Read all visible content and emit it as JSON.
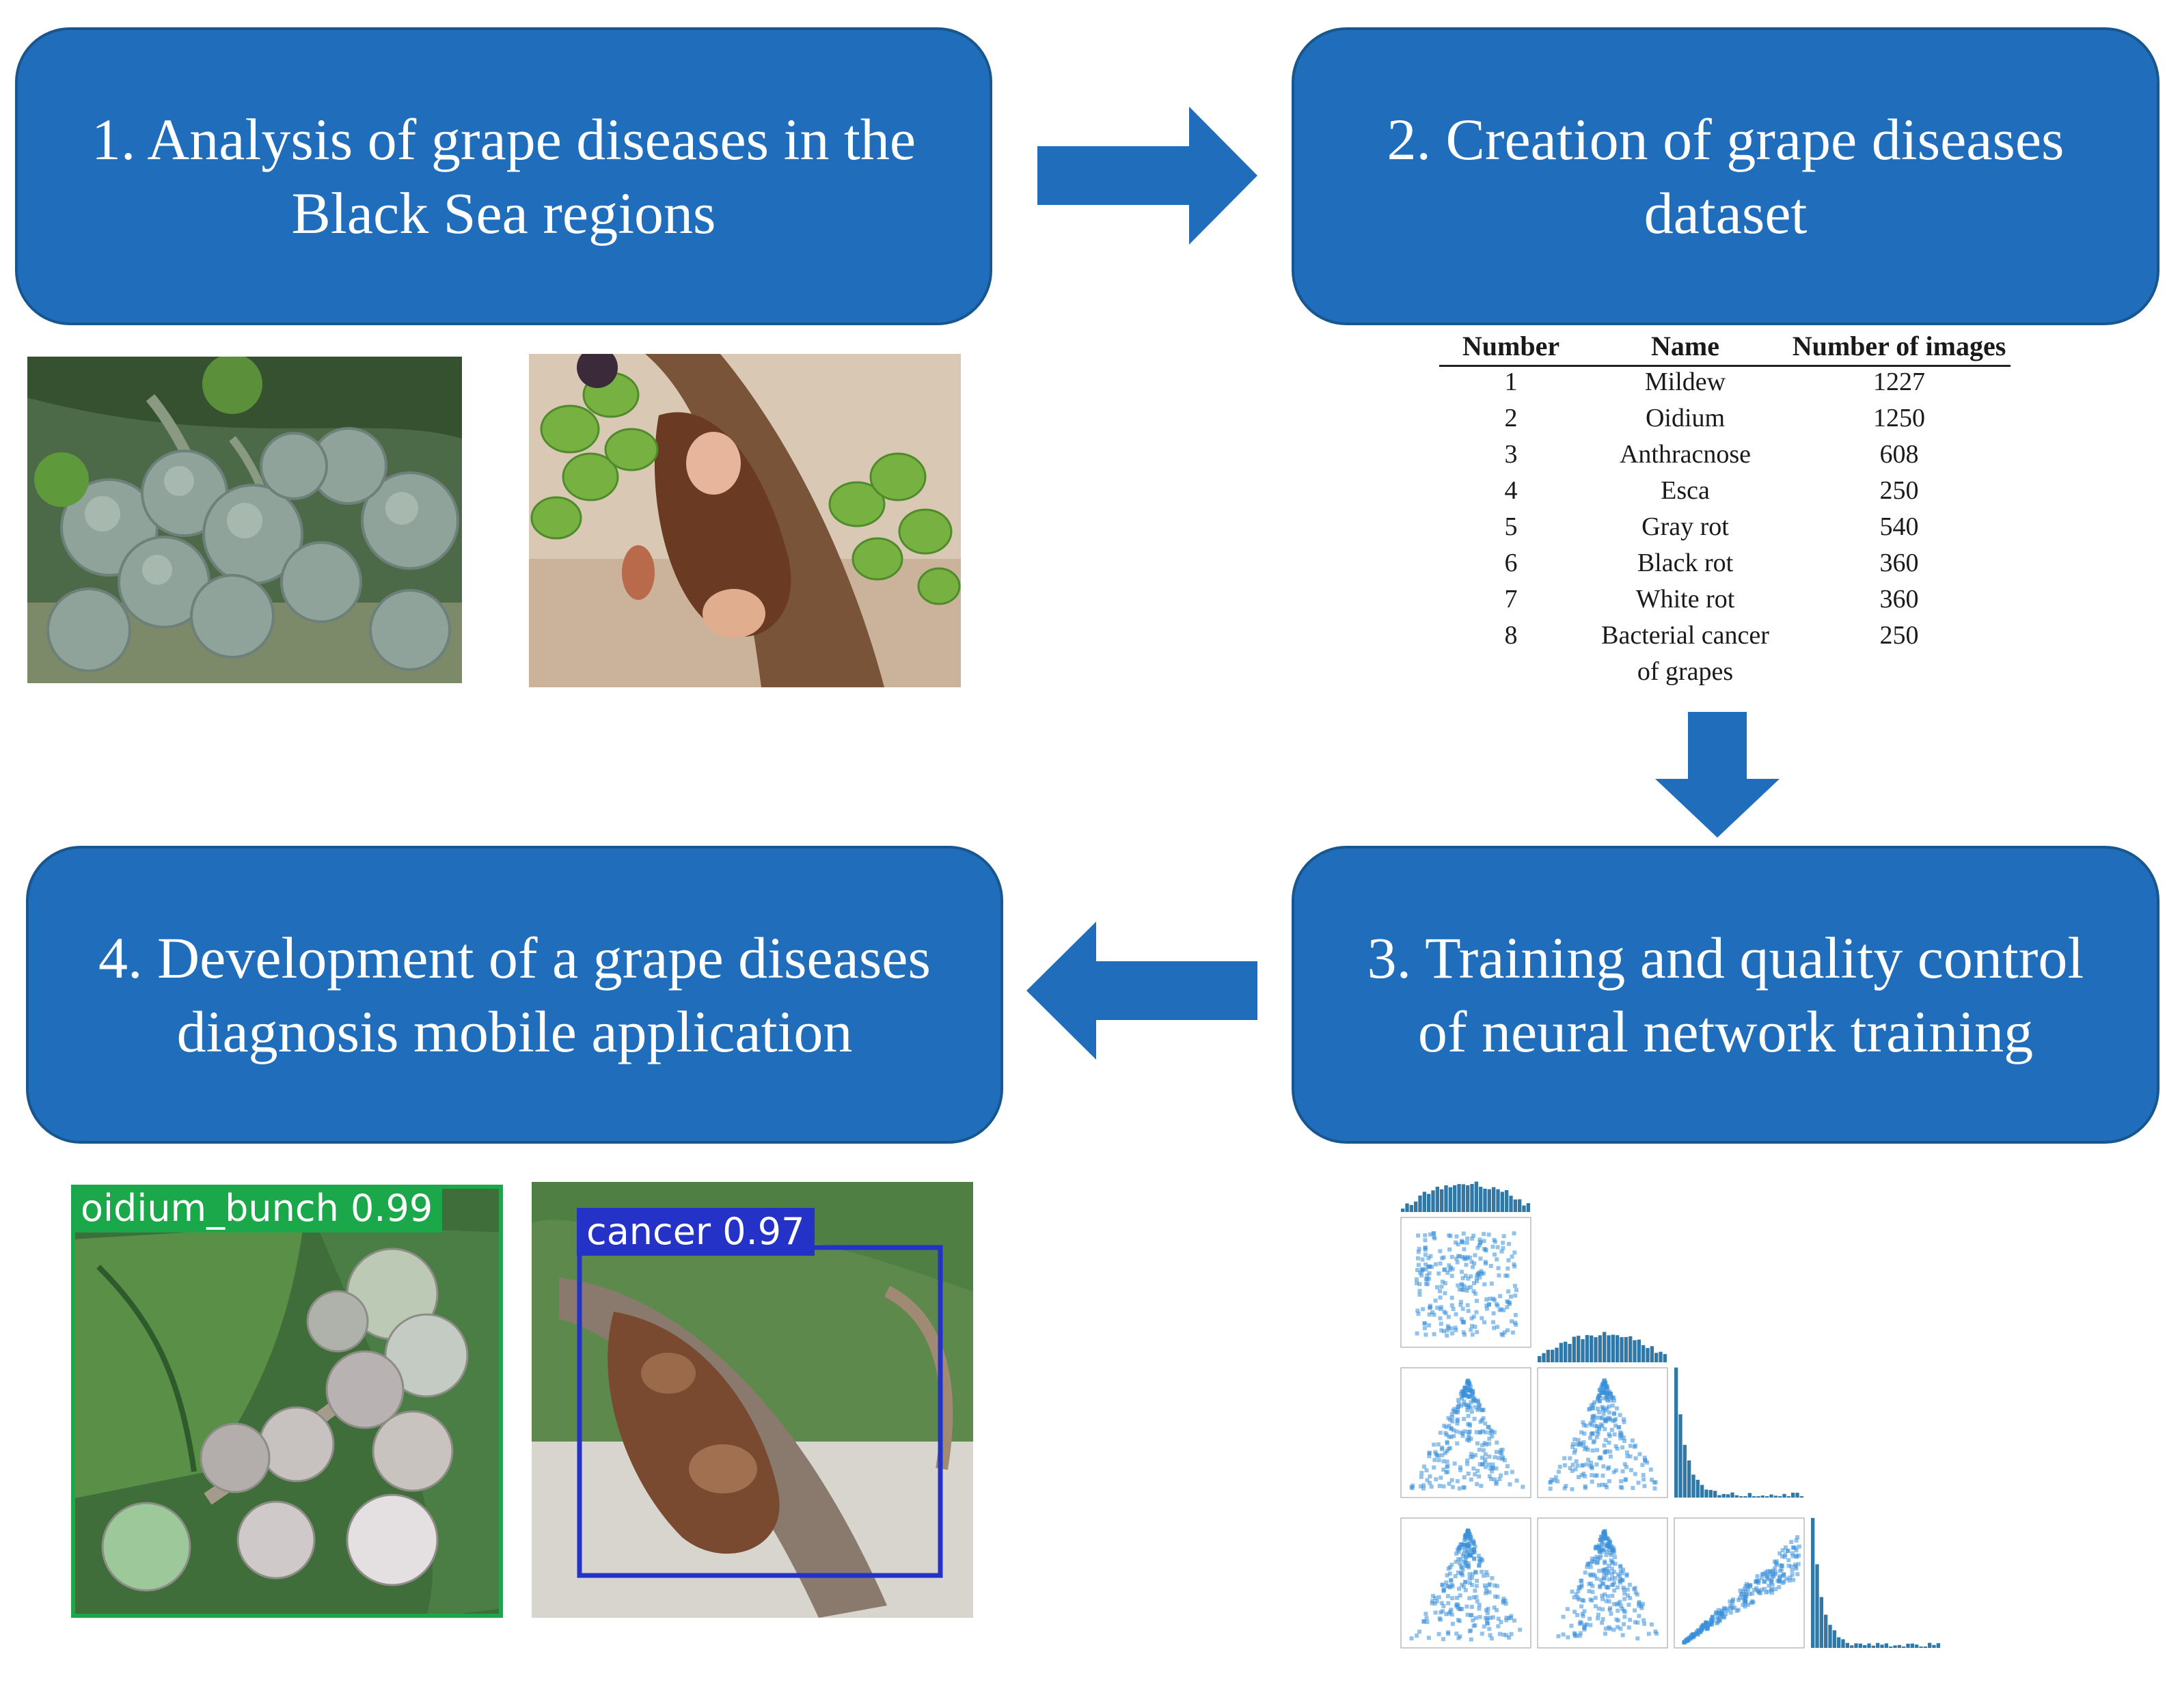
{
  "steps": [
    {
      "id": "step-1",
      "lines": [
        "1. Analysis of grape diseases in the",
        "Black Sea regions"
      ]
    },
    {
      "id": "step-2",
      "lines": [
        "2. Creation of grape diseases",
        "dataset"
      ]
    },
    {
      "id": "step-3",
      "lines": [
        "3. Training and quality control",
        "of neural network training"
      ]
    },
    {
      "id": "step-4",
      "lines": [
        "4. Development of a grape diseases",
        "diagnosis mobile application"
      ]
    }
  ],
  "dataset_table": {
    "headers": [
      "Number",
      "Name",
      "Number of images"
    ],
    "rows": [
      {
        "number": "1",
        "name": "Mildew",
        "images": "1227"
      },
      {
        "number": "2",
        "name": "Oidium",
        "images": "1250"
      },
      {
        "number": "3",
        "name": "Anthracnose",
        "images": "608"
      },
      {
        "number": "4",
        "name": "Esca",
        "images": "250"
      },
      {
        "number": "5",
        "name": "Gray rot",
        "images": "540"
      },
      {
        "number": "6",
        "name": "Black rot",
        "images": "360"
      },
      {
        "number": "7",
        "name": "White rot",
        "images": "360"
      },
      {
        "number": "8",
        "name": "Bacterial cancer",
        "images": "250"
      }
    ],
    "row8_continuation": "of grapes"
  },
  "detections": [
    {
      "label": "oidium_bunch 0.99",
      "color": "#1aa84a"
    },
    {
      "label": "cancer 0.97",
      "color": "#2432c8"
    }
  ],
  "colors": {
    "box_fill": "#1f6dbb",
    "box_border": "#18568f",
    "arrow": "#1f6dbb",
    "plot_hist": "#2f78a8",
    "plot_point": "#3a8fd8"
  },
  "icons": {
    "arrow_right": "arrow-right-icon",
    "arrow_down": "arrow-down-icon",
    "arrow_left": "arrow-left-icon"
  }
}
